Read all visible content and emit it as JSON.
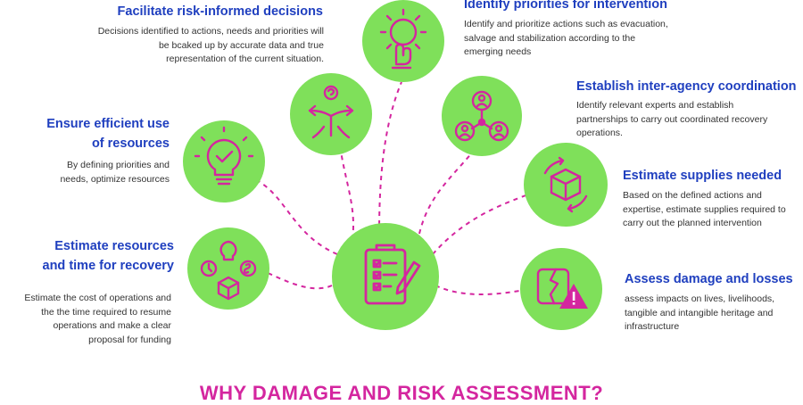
{
  "colors": {
    "circle": "#7fe05a",
    "icon": "#d4269f",
    "connector": "#d4269f",
    "heading": "#1f3fbf",
    "text": "#333333"
  },
  "center": {
    "icon": "clipboard-checklist-icon"
  },
  "items": [
    {
      "heading": "Facilitate risk-informed decisions",
      "desc": "Decisions identified to actions, needs and priorities will be bcaked up by accurate data and true representation of the current situation.",
      "icon": "crossroads-question-icon"
    },
    {
      "heading": "Identify priorities for intervention",
      "desc": "Identify and prioritize actions such as evacuation, salvage and stabilization according to the emerging needs",
      "icon": "gear-hand-icon"
    },
    {
      "heading": "Establish inter-agency coordination",
      "desc": "Identify relevant experts and establish partnerships to carry out coordinated recovery operations.",
      "icon": "network-people-icon"
    },
    {
      "heading": "Ensure efficient use of resources",
      "desc": "By defining priorities and needs, optimize resources",
      "icon": "lightbulb-check-icon"
    },
    {
      "heading": "Estimate supplies needed",
      "desc": "Based on the defined actions and expertise, estimate supplies required to carry out the planned intervention",
      "icon": "box-cycle-icon"
    },
    {
      "heading": "Estimate resources and time for recovery",
      "desc": "Estimate the cost of operations and the  the time required to resume operations and make a clear proposal for funding",
      "icon": "resources-time-icon"
    },
    {
      "heading": "Assess damage and losses",
      "desc": "assess impacts on lives, livelihoods, tangible and intangible heritage and infrastructure",
      "icon": "damage-warning-icon"
    }
  ],
  "footer": {
    "title": "WHY DAMAGE AND RISK ASSESSMENT?"
  }
}
